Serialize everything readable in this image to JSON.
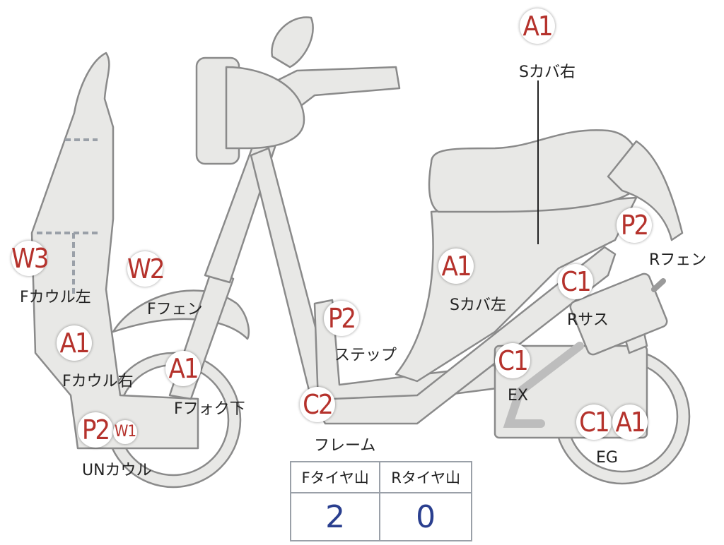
{
  "markers": [
    {
      "code": "A1",
      "label": "Sカバ右"
    },
    {
      "code": "P2",
      "label": "Rフェン"
    },
    {
      "code": "W3",
      "label": "Fカウル左"
    },
    {
      "code": "W2",
      "label": "Fフェン"
    },
    {
      "code": "A1",
      "label": "Sカバ左"
    },
    {
      "code": "C1",
      "label": "Rサス"
    },
    {
      "code": "A1",
      "label": "Fカウル右"
    },
    {
      "code": "P2",
      "label": "ステップ"
    },
    {
      "code": "A1",
      "label": "Fフォク下"
    },
    {
      "code": "C1",
      "label": "EX"
    },
    {
      "code": "C2",
      "label": "フレーム"
    },
    {
      "code": "C1",
      "label": "EG"
    },
    {
      "code": "A1",
      "label": ""
    },
    {
      "code": "P2",
      "label": "UNカウル"
    },
    {
      "code": "W1",
      "label": ""
    }
  ],
  "tire_table": {
    "headers": [
      "Fタイヤ山",
      "Rタイヤ山"
    ],
    "values": [
      "2",
      "0"
    ]
  },
  "colors": {
    "badge_text": "#b5322c",
    "value_text": "#2a3f8f",
    "bike_fill": "#e8e8e6",
    "bike_outline": "#8a8a8a"
  }
}
